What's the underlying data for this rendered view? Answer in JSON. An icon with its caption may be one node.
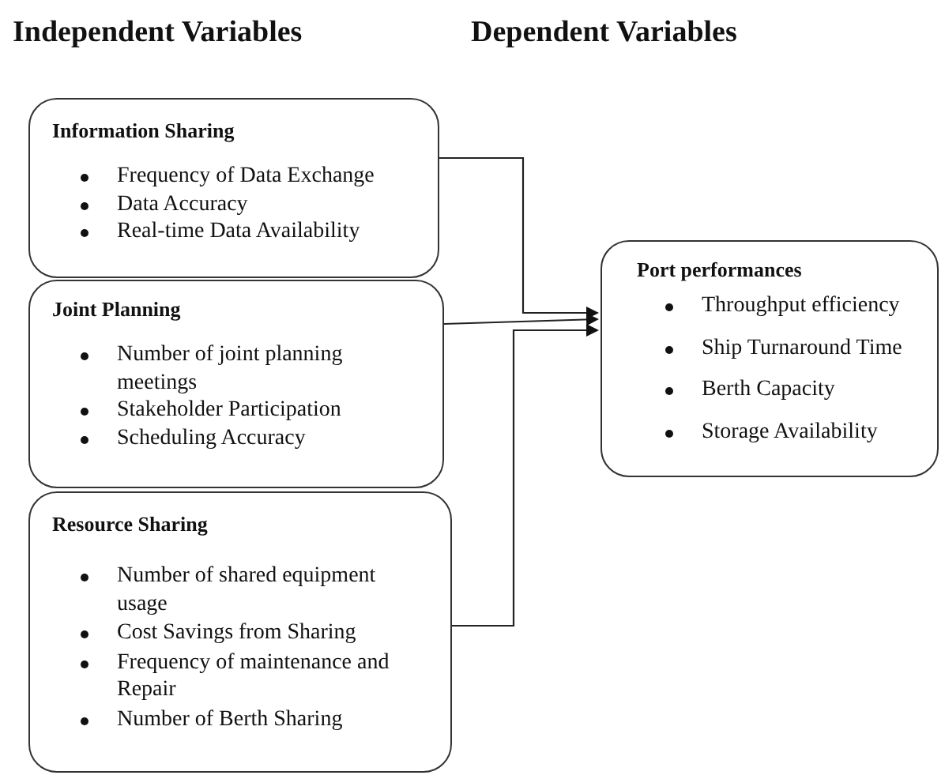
{
  "diagram": {
    "nodes": [
      {
        "text": [
          "Information Sharing",
          "Frequency of Data Exchange",
          "Data Accuracy",
          "Real-time Data Availability"
        ]
      },
      {
        "text": [
          "Joint Planning",
          "Number of joint planning meetings",
          "Stakeholder Participation",
          "Scheduling Accuracy"
        ]
      },
      {
        "text": [
          "Resource Sharing",
          "Number of shared equipment usage",
          "Cost Savings from Sharing",
          "Frequency of maintenance and Repair",
          "Number of Berth Sharing"
        ]
      },
      {
        "text": [
          "Port performances",
          "Throughput efficiency",
          "Ship Turnaround Time",
          "Berth Capacity",
          "Storage Availability"
        ]
      }
    ],
    "edges": [
      {
        "from": 0,
        "to": 3,
        "arrow": "to"
      },
      {
        "from": 1,
        "to": 3,
        "arrow": "to"
      },
      {
        "from": 2,
        "to": 3,
        "arrow": "to"
      }
    ],
    "labels": [
      "Independent Variables",
      "Dependent Variables"
    ]
  }
}
